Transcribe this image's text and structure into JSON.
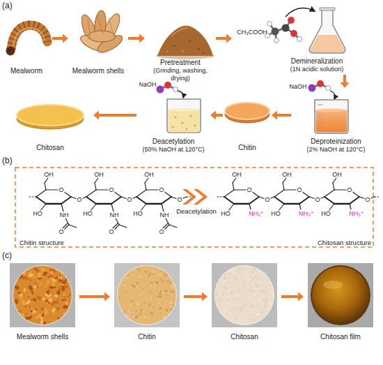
{
  "diagram": {
    "nodes": [
      {
        "text": [
          "Mealworm"
        ]
      },
      {
        "text": [
          "Mealworm shells"
        ]
      },
      {
        "text": [
          "Pretreatment",
          "(Grinding, washing, drying)"
        ]
      },
      {
        "text": [
          "Demineralization",
          "(1N acidic solution)"
        ]
      },
      {
        "text": [
          "Deproteinization",
          "(2% NaOH at 120°C)"
        ]
      },
      {
        "text": [
          "Chitin"
        ]
      },
      {
        "text": [
          "Deacetylation",
          "(50% NaOH at 120°C)"
        ]
      },
      {
        "text": [
          "Chitosan"
        ]
      },
      {
        "text": [
          "Chitin structure"
        ]
      },
      {
        "text": [
          "Chitosan structure"
        ]
      },
      {
        "text": [
          "Mealworm shells"
        ]
      },
      {
        "text": [
          "Chitin"
        ]
      },
      {
        "text": [
          "Chitosan"
        ]
      },
      {
        "text": [
          "Chitosan film"
        ]
      }
    ],
    "edges": [
      {
        "from": 0,
        "to": 1,
        "arrow": "to"
      },
      {
        "from": 1,
        "to": 2,
        "arrow": "to"
      },
      {
        "from": 2,
        "to": 3,
        "arrow": "to"
      },
      {
        "from": 3,
        "to": 4,
        "arrow": "to"
      },
      {
        "from": 4,
        "to": 5,
        "arrow": "to"
      },
      {
        "from": 5,
        "to": 6,
        "arrow": "to"
      },
      {
        "from": 6,
        "to": 7,
        "arrow": "to"
      },
      {
        "from": 8,
        "to": 9,
        "label": "Deacetylation",
        "arrow": "to"
      },
      {
        "from": 10,
        "to": 11,
        "arrow": "to"
      },
      {
        "from": 11,
        "to": 12,
        "arrow": "to"
      },
      {
        "from": 12,
        "to": 13,
        "arrow": "to"
      }
    ],
    "labels": [
      "(a)",
      "CH₃COOH",
      "NaOH",
      "NaOH",
      "(b)",
      "(c)",
      "HO",
      "OH",
      "O",
      "O",
      "NH",
      "O",
      "HO",
      "OH",
      "O",
      "O",
      "NH",
      "O",
      "HO",
      "OH",
      "O",
      "O",
      "NH",
      "O",
      "HO",
      "OH",
      "O",
      "O",
      "NH₃⁺",
      "HO",
      "OH",
      "O",
      "O",
      "NH₃⁺",
      "HO",
      "OH",
      "O",
      "O",
      "NH₃⁺"
    ]
  }
}
